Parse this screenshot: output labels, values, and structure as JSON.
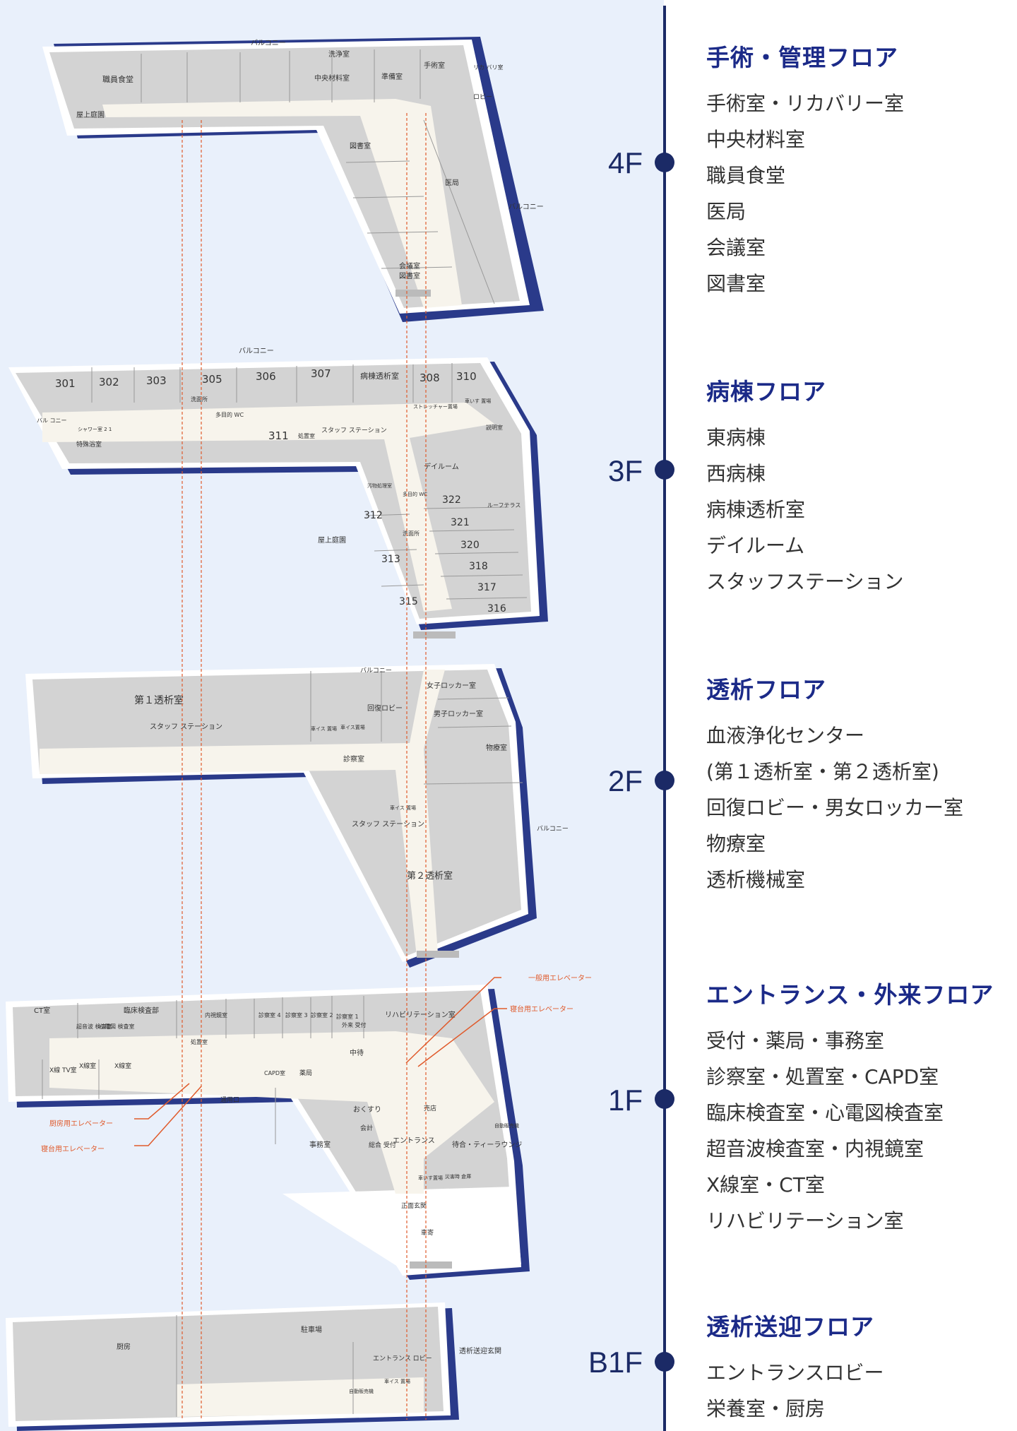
{
  "floors": [
    {
      "id": "4F",
      "label": "4F",
      "title": "手術・管理フロア",
      "items": [
        "手術室・リカバリー室",
        "中央材料室",
        "職員食堂",
        "医局",
        "会議室",
        "図書室"
      ]
    },
    {
      "id": "3F",
      "label": "3F",
      "title": "病棟フロア",
      "items": [
        "東病棟",
        "西病棟",
        "病棟透析室",
        "デイルーム",
        "スタッフステーション"
      ]
    },
    {
      "id": "2F",
      "label": "2F",
      "title": "透析フロア",
      "items": [
        "血液浄化センター",
        "(第１透析室・第２透析室)",
        "回復ロビー・男女ロッカー室",
        "物療室",
        "透析機械室"
      ]
    },
    {
      "id": "1F",
      "label": "1F",
      "title": "エントランス・外来フロア",
      "items": [
        "受付・薬局・事務室",
        "診察室・処置室・CAPD室",
        "臨床検査室・心電図検査室",
        "超音波検査室・内視鏡室",
        "X線室・CT室",
        "リハビリテーション室"
      ]
    },
    {
      "id": "B1F",
      "label": "B1F",
      "title": "透析送迎フロア",
      "items": [
        "エントランスロビー",
        "栄養室・厨房"
      ]
    }
  ],
  "plan_labels": {
    "f4": {
      "balcony_top": "バルコニー",
      "senjo": "洗浄室",
      "staff_dining": "職員食堂",
      "central_supply": "中央材料室",
      "prep": "準備室",
      "surgery": "手術室",
      "recovery": "リカ バリ室",
      "lobby": "ロビー",
      "rooftop": "屋上庭園",
      "library": "図書室",
      "medical_office": "医局",
      "balcony_side": "バルコニー",
      "meeting_1": "会議室",
      "meeting_2": "図書室"
    },
    "f3": {
      "balcony_top": "バルコニー",
      "r301": "301",
      "r302": "302",
      "r303": "303",
      "r305": "305",
      "r306": "306",
      "r307": "307",
      "ward_dialysis": "病棟透析室",
      "r308": "308",
      "r310": "310",
      "balcony_side": "バル コニー",
      "shower": "シャワー室 2 1",
      "special_bath": "特殊浴室",
      "washroom": "洗面所",
      "multi_wc": "多目的 WC",
      "r311": "311",
      "treatment": "処置室",
      "staff_station": "スタッフ ステーション",
      "stretcher": "ストレッチャー置場",
      "wheelchair": "車いす 置場",
      "consult": "説明室",
      "dayroom": "デイルーム",
      "dirty": "汚物処理室",
      "multi_wc2": "多目的 WC",
      "r322": "322",
      "roof_terrace": "ルーフテラス",
      "roof_garden": "屋上庭園",
      "r312": "312",
      "washroom2": "洗面所",
      "r321": "321",
      "r320": "320",
      "r313": "313",
      "r318": "318",
      "r317": "317",
      "r315": "315",
      "r316": "316"
    },
    "f2": {
      "balcony_top": "バルコニー",
      "dialysis1": "第１透析室",
      "female_locker": "女子ロッカー室",
      "recovery_lobby": "回復ロビー",
      "male_locker": "男子ロッカー室",
      "wheelchair_a": "車イス 置場",
      "wheelchair_b": "車イス置場",
      "staff_station1": "スタッフ ステーション",
      "physio": "物療室",
      "exam": "診察室",
      "wheelchair_c": "車イス 置場",
      "staff_station2": "スタッフ ステーション",
      "balcony_side": "バルコニー",
      "dialysis2": "第２透析室"
    },
    "f1": {
      "callout_general_elev": "一般用エレベーター",
      "callout_bed_elev_right": "寝台用エレベーター",
      "ct": "CT室",
      "clinical_lab": "臨床検査部",
      "ultrasound": "超音波 検査室",
      "ecg": "心電図 検査室",
      "endoscopy": "内視鏡室",
      "exam4": "診察室 4",
      "exam3": "診察室 3",
      "exam2": "診察室 2",
      "exam1": "診察室 1",
      "outpatient": "外来 受付",
      "rehab": "リハビリテーション室",
      "waiting_mid": "中待",
      "treatment_room": "処置室",
      "xray_tv": "X線 TV室",
      "xray1": "X線室",
      "xray2": "X線室",
      "capd": "CAPD室",
      "pharmacy": "薬局",
      "kiosk": "売店",
      "vending": "自動販売機",
      "medicine": "おくすり",
      "accounting": "会計",
      "general_reception": "総合 受付",
      "entrance": "エントランス",
      "lounge": "待合・ティーラウンジ",
      "office": "事務室",
      "wheelchair": "車いす置場",
      "disaster": "災害時 倉庫",
      "front_entrance": "正面玄関",
      "porte": "車寄",
      "callout_kitchen_elev": "厨房用エレベーター",
      "callout_bed_elev_left": "寝台用エレベーター",
      "service_exit": "通用口"
    },
    "b1": {
      "kitchen": "厨房",
      "parking": "駐車場",
      "entrance_lobby": "エントランス ロビー",
      "shuttle": "透析送迎玄関",
      "wheelchair": "車イス 置場",
      "vending": "自動販売機"
    }
  }
}
